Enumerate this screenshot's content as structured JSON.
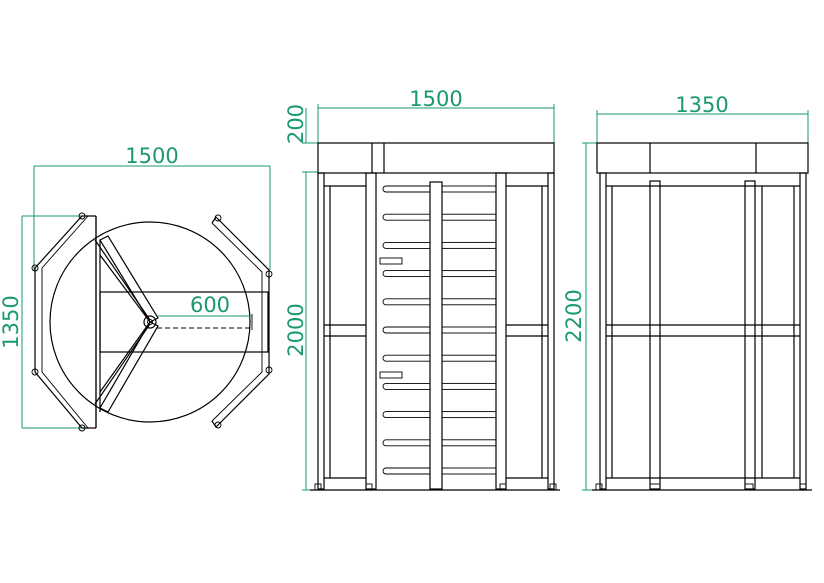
{
  "colors": {
    "line": "#000000",
    "dimension": "#1a9a6a",
    "background": "#ffffff"
  },
  "top_view": {
    "dim_width": "1500",
    "dim_depth": "1350",
    "dim_arm": "600"
  },
  "front_view": {
    "dim_width": "1500",
    "dim_top": "200",
    "dim_height": "2000",
    "arm_count": 11
  },
  "side_view": {
    "dim_width": "1350",
    "dim_height": "2200"
  }
}
